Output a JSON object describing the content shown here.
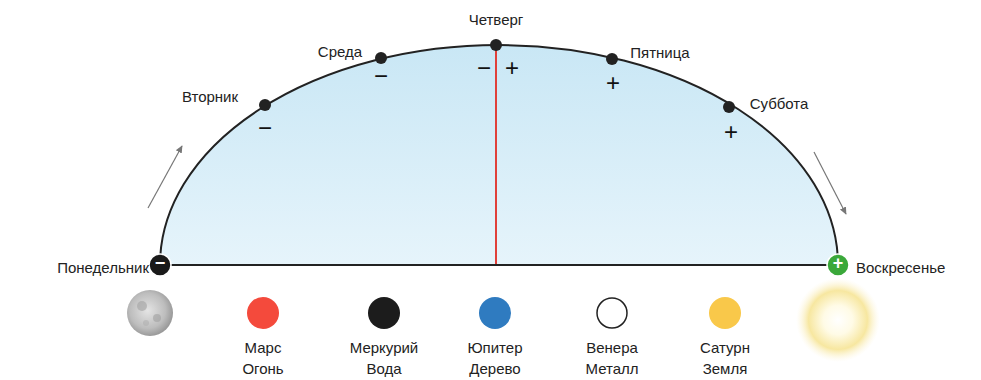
{
  "diagram": {
    "labels": [
      "Понедельник",
      "−",
      "Вторник",
      "−",
      "Среда",
      "−",
      "Четверг",
      "−",
      "+",
      "Пятница",
      "+",
      "Суббота",
      "+",
      "Воскресенье",
      "+",
      "Марс",
      "Огонь",
      "Меркурий",
      "Вода",
      "Юпитер",
      "Дерево",
      "Венера",
      "Металл",
      "Сатурн",
      "Земля"
    ]
  }
}
